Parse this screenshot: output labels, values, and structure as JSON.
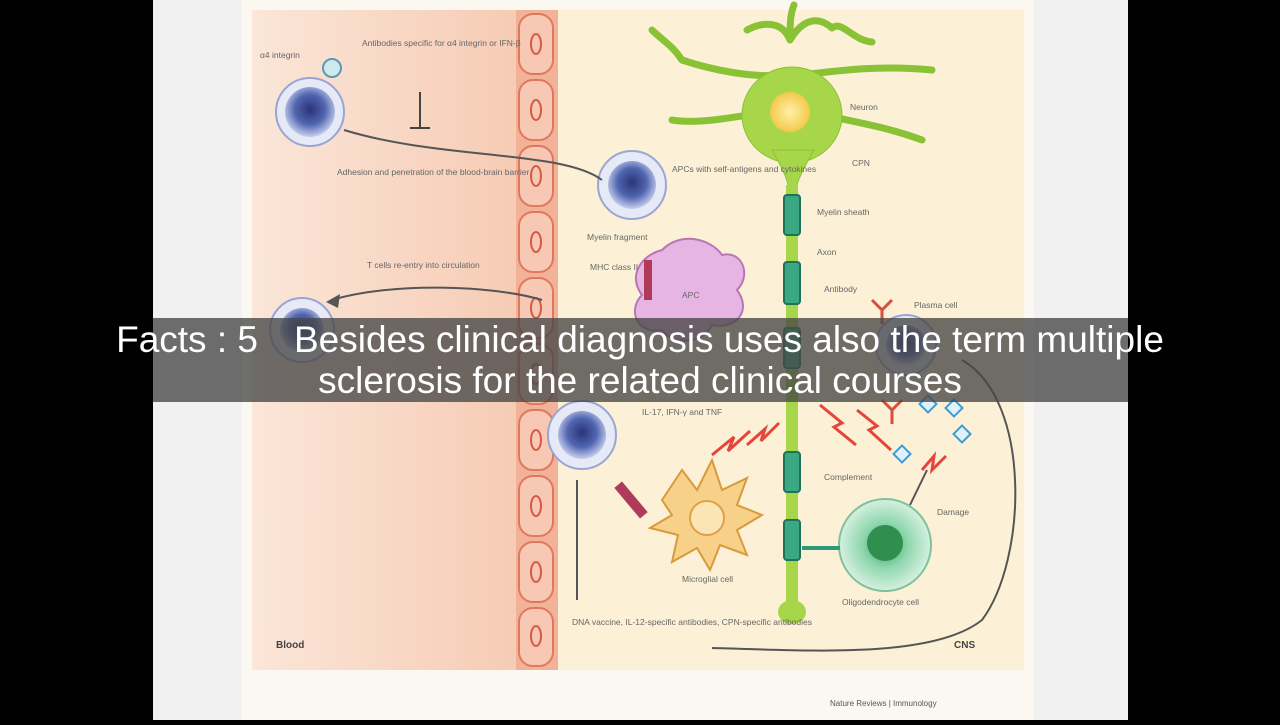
{
  "caption": {
    "prefix": "Facts : 5",
    "text": "Besides clinical diagnosis uses also the term multiple sclerosis for the related clinical courses"
  },
  "diagram": {
    "region_left": "Blood",
    "region_right": "CNS",
    "credit": "Nature Reviews | Immunology",
    "labels": {
      "integrin": "α4 integrin",
      "antibodies_integrin": "Antibodies specific for α4 integrin or IFN-β",
      "adhesion": "Adhesion and penetration of the blood-brain barrier",
      "neuron": "Neuron",
      "cns_tcell": "APCs with self-antigens and cytokines",
      "myelin_fragment": "Myelin fragment",
      "mhc": "MHC class II",
      "apc": "APC",
      "myelin_sheath": "Myelin sheath",
      "axon": "Axon",
      "tcell_exit": "T cells re-entry into circulation",
      "antibody": "Antibody",
      "plasma_cell": "Plasma cell",
      "ifn_il": "IL-17, IFN-γ and TNF",
      "complement": "Complement",
      "damage": "Damage",
      "microglial": "Microglial cell",
      "oligodendrocyte": "Oligodendrocyte cell",
      "vaccine": "DNA vaccine, IL-12-specific antibodies, CPN-specific antibodies",
      "cpn": "CPN"
    }
  },
  "colors": {
    "blood_bg": "#f8d8c6",
    "cns_bg": "#fcf1d6",
    "vessel": "#ef9f7f",
    "neuron": "#a8d64a",
    "myelin": "#2a9a7a",
    "apc": "#e0a8dc",
    "microglia": "#f5c87a",
    "tcell": "#3c4f9a",
    "caption_bg": "#464646"
  }
}
